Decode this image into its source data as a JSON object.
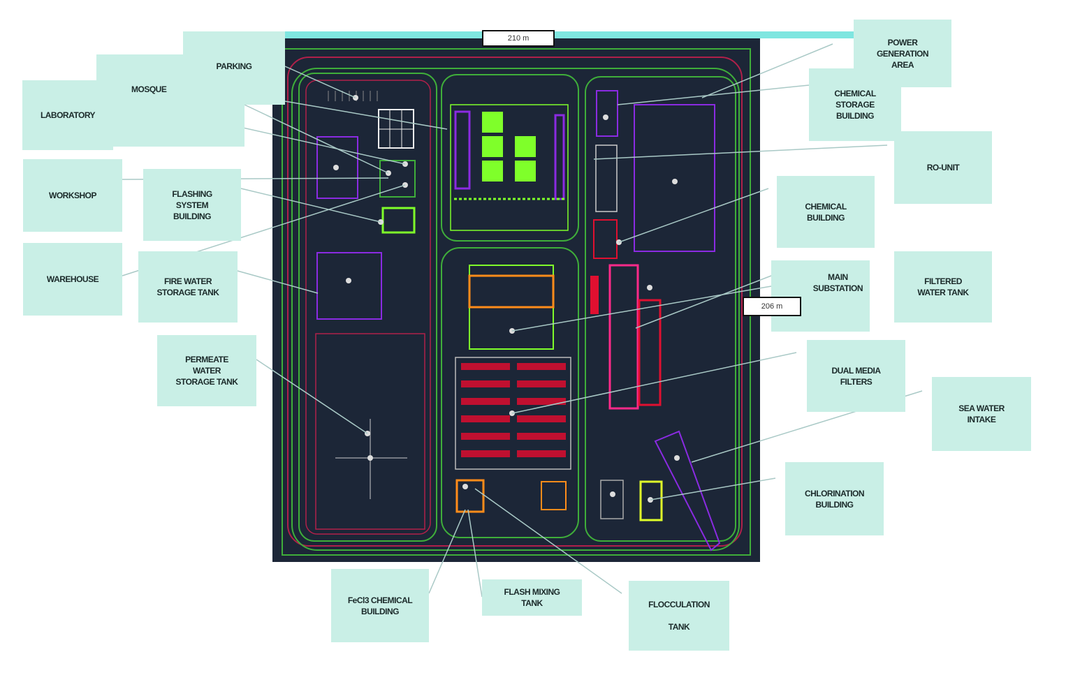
{
  "dimensions": {
    "width": "210 m",
    "height": "206 m"
  },
  "labels": {
    "parking": "PARKING",
    "mosque": "MOSQUE",
    "laboratory": "LABORATORY",
    "workshop": "WORKSHOP",
    "flashing": "FLASHING\nSYSTEM\nBUILDING",
    "warehouse": "WAREHOUSE",
    "fire_water": "FIRE WATER\nSTORAGE TANK",
    "permeate": "PERMEATE\nWATER\nSTORAGE TANK",
    "power_gen": "POWER\nGENERATION\nAREA",
    "chem_storage": "CHEMICAL\nSTORAGE\nBUILDING",
    "ro_unit": "RO-UNIT",
    "chem_building": "CHEMICAL\nBUILDING",
    "substation": "MAIN\nSUBSTATION",
    "filtered": "FILTERED\nWATER TANK",
    "dual_media": "DUAL MEDIA\nFILTERS",
    "sea_water": "SEA WATER\nINTAKE",
    "chlorination": "CHLORINATION\nBUILDING",
    "fecl3": "FeCl3 CHEMICAL\nBUILDING",
    "flash_mixing": "FLASH MIXING\nTANK",
    "flocculation": "FLOCCULATION\n\nTANK"
  },
  "colors": {
    "background": "#1c2637",
    "label_fill": "#c9efe6",
    "road": "#3fae3a",
    "boundary": "#b0204a",
    "building": "#7fff2a",
    "tank": "#8a2be2",
    "filter": "#e01030"
  }
}
